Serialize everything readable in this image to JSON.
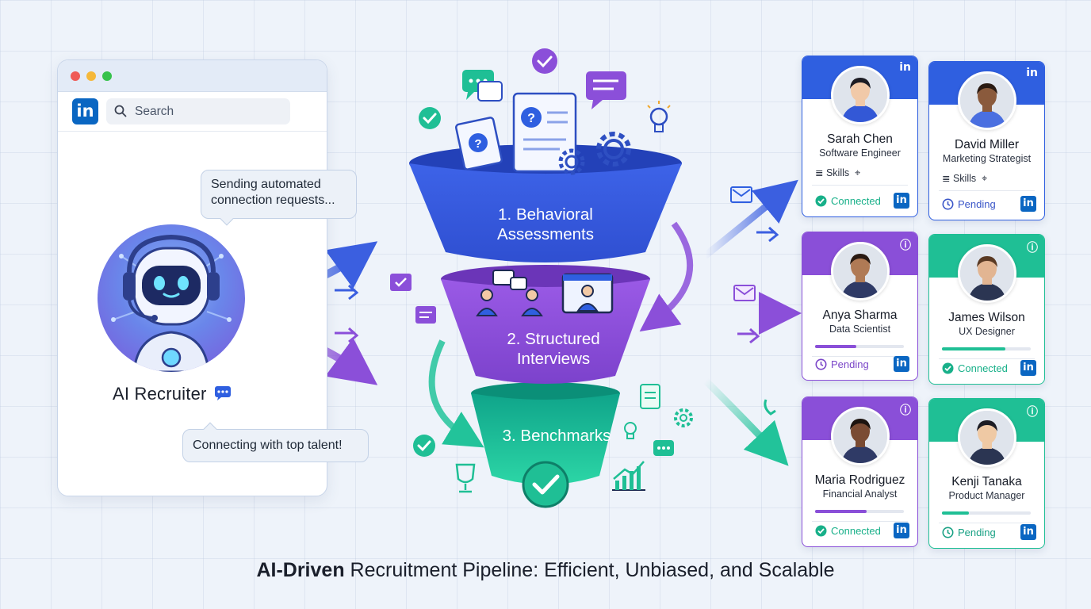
{
  "browser": {
    "logo_text": "in",
    "search_placeholder": "Search"
  },
  "recruiter": {
    "bubble_top": "Sending automated connection requests...",
    "bubble_bottom": "Connecting with top talent!",
    "label": "AI Recruiter"
  },
  "funnel": {
    "stages": [
      {
        "label": "1. Behavioral Assessments",
        "color": "#3b5fe0"
      },
      {
        "label": "2. Structured Interviews",
        "color": "#8b4fd9"
      },
      {
        "label": "3. Benchmarks",
        "color": "#22c39a"
      }
    ]
  },
  "candidates": [
    {
      "name": "Sarah Chen",
      "role": "Software Engineer",
      "meta": "Skills",
      "status": "Connected",
      "theme": "blue",
      "progress": null
    },
    {
      "name": "David Miller",
      "role": "Marketing Strategist",
      "meta": "Skills",
      "status": "Pending",
      "theme": "blue",
      "progress": null
    },
    {
      "name": "Anya Sharma",
      "role": "Data Scientist",
      "meta": "",
      "status": "Pending",
      "theme": "purple",
      "progress": 0.46
    },
    {
      "name": "James Wilson",
      "role": "UX Designer",
      "meta": "",
      "status": "Connected",
      "theme": "teal",
      "progress": 0.71
    },
    {
      "name": "Maria Rodriguez",
      "role": "Financial Analyst",
      "meta": "",
      "status": "Connected",
      "theme": "purple",
      "progress": 0.58
    },
    {
      "name": "Kenji Tanaka",
      "role": "Product Manager",
      "meta": "",
      "status": "Pending",
      "theme": "teal",
      "progress": 0.3
    }
  ],
  "linkedin_badge": "in",
  "title": {
    "bold": "AI-Driven",
    "rest": " Recruitment Pipeline: Efficient, Unbiased, and Scalable"
  },
  "colors": {
    "linkedin": "#0a66c2",
    "blue": "#2f5fe0",
    "purple": "#8a4fd8",
    "teal": "#1fbf95"
  }
}
